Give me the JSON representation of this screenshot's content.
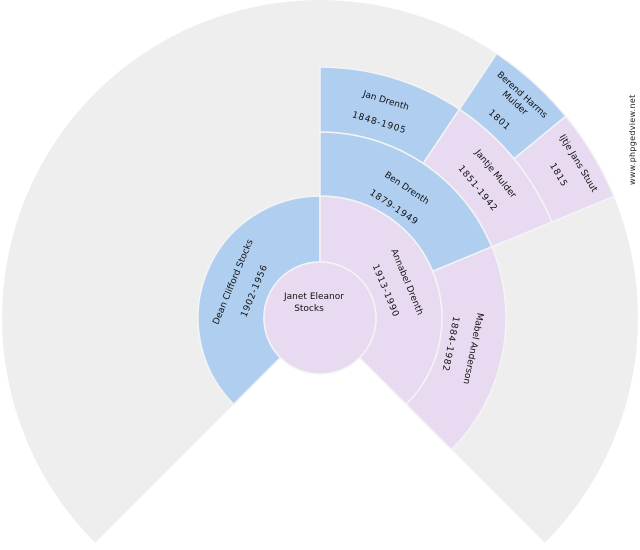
{
  "colors": {
    "male": "#b0cff0",
    "female": "#e8daf0",
    "empty": "#eeeeee",
    "separator": "#f4f4f4"
  },
  "root": {
    "name_lines": [
      "Janet Eleanor",
      "Stocks"
    ],
    "gender": "female"
  },
  "ancestors": [
    {
      "generation": 1,
      "slot": 0,
      "name_lines": [
        "Dean Clifford Stocks"
      ],
      "dates": "1902-1956",
      "gender": "male"
    },
    {
      "generation": 1,
      "slot": 1,
      "name_lines": [
        "Annabel Drenth"
      ],
      "dates": "1913-1990",
      "gender": "female"
    },
    {
      "generation": 2,
      "slot": 2,
      "name_lines": [
        "Ben Drenth"
      ],
      "dates": "1879-1949",
      "gender": "male"
    },
    {
      "generation": 2,
      "slot": 3,
      "name_lines": [
        "Mabel Anderson"
      ],
      "dates": "1884-1982",
      "gender": "female"
    },
    {
      "generation": 3,
      "slot": 4,
      "name_lines": [
        "Jan Drenth"
      ],
      "dates": "1848-1905",
      "gender": "male"
    },
    {
      "generation": 3,
      "slot": 5,
      "name_lines": [
        "Jantje Mulder"
      ],
      "dates": "1851-1942",
      "gender": "female"
    },
    {
      "generation": 4,
      "slot": 10,
      "name_lines": [
        "Berend Harms",
        "Mulder"
      ],
      "dates": "1801",
      "gender": "male"
    },
    {
      "generation": 4,
      "slot": 11,
      "name_lines": [
        "Ijtje Jans Stuut"
      ],
      "dates": "1815",
      "gender": "female"
    }
  ],
  "watermark": "www.phpgedview.net"
}
